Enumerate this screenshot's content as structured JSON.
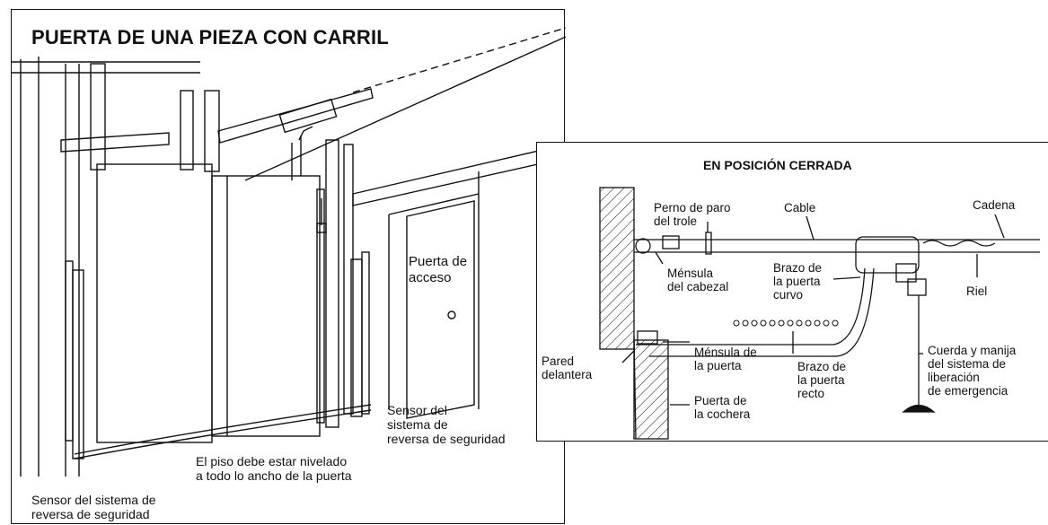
{
  "left_panel": {
    "title": "PUERTA DE UNA PIEZA CON CARRIL",
    "labels": {
      "access_door": [
        "Puerta de",
        "acceso"
      ],
      "sensor_right": [
        "Sensor del",
        "sistema de",
        "reversa de seguridad"
      ],
      "floor_note": [
        "El piso debe estar nivelado",
        "a todo lo ancho de la puerta"
      ],
      "sensor_left": [
        "Sensor del sistema de",
        "reversa de seguridad"
      ]
    }
  },
  "right_panel": {
    "title": "EN POSICIÓN CERRADA",
    "labels": {
      "trolley_stop_bolt": [
        "Perno de paro",
        "del trole"
      ],
      "cable": [
        "Cable"
      ],
      "chain": [
        "Cadena"
      ],
      "header_bracket": [
        "Ménsula",
        "del cabezal"
      ],
      "curved_door_arm": [
        "Brazo de",
        "la puerta",
        "curvo"
      ],
      "rail": [
        "Riel"
      ],
      "front_wall": [
        "Pared",
        "delantera"
      ],
      "door_bracket": [
        "Ménsula de",
        "la puerta"
      ],
      "straight_door_arm": [
        "Brazo de",
        "la puerta",
        "recto"
      ],
      "emergency_release": [
        "Cuerda y manija",
        "del sistema de",
        "liberación",
        "de emergencia"
      ],
      "garage_door": [
        "Puerta de",
        "la cochera"
      ]
    }
  }
}
